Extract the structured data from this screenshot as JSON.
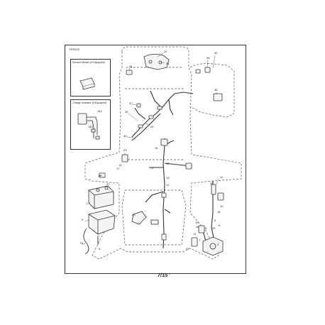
{
  "figure_id": "TP8020",
  "inset_service_minder": {
    "title": "Service Minder (If Equipped)"
  },
  "inset_charge_indicator": {
    "title": "Charge Indicator (If Equipped)",
    "callouts": [
      "142",
      "143"
    ]
  },
  "callouts": [
    "22",
    "21",
    "34",
    "35",
    "33",
    "38",
    "37",
    "26",
    "25",
    "40",
    "23",
    "16",
    "17",
    "14",
    "71",
    "15",
    "13",
    "12",
    "11",
    "36",
    "10",
    "28",
    "27",
    "1",
    "2",
    "29",
    "24",
    "5",
    "9",
    "25",
    "26",
    "8",
    "6",
    "13",
    "7",
    "20",
    "18",
    "19",
    "4"
  ],
  "page_number": "7/15",
  "colors": {
    "line": "#333333",
    "dash": "#555555",
    "part_fill": "#f4f4f4"
  }
}
